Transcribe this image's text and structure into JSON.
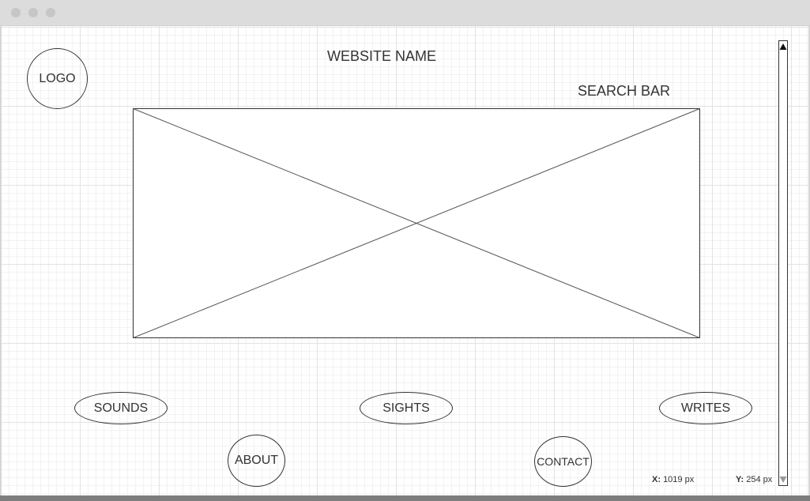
{
  "page": {
    "site_title": "WEBSITE NAME",
    "logo_label": "LOGO",
    "search_label": "SEARCH BAR"
  },
  "nav": {
    "sounds": "SOUNDS",
    "sights": "SIGHTS",
    "writes": "WRITES",
    "about": "ABOUT",
    "contact": "CONTACT"
  },
  "status": {
    "x_label": "X:",
    "x_value": "1019 px",
    "y_label": "Y:",
    "y_value": "254 px"
  },
  "icons": {
    "hero": "image-placeholder-icon",
    "scroll_up": "triangle-up-icon",
    "scroll_down": "triangle-down-icon"
  },
  "colors": {
    "stroke": "#333333",
    "titlebar": "#dcdcdc",
    "grid": "#e3e3e3"
  }
}
